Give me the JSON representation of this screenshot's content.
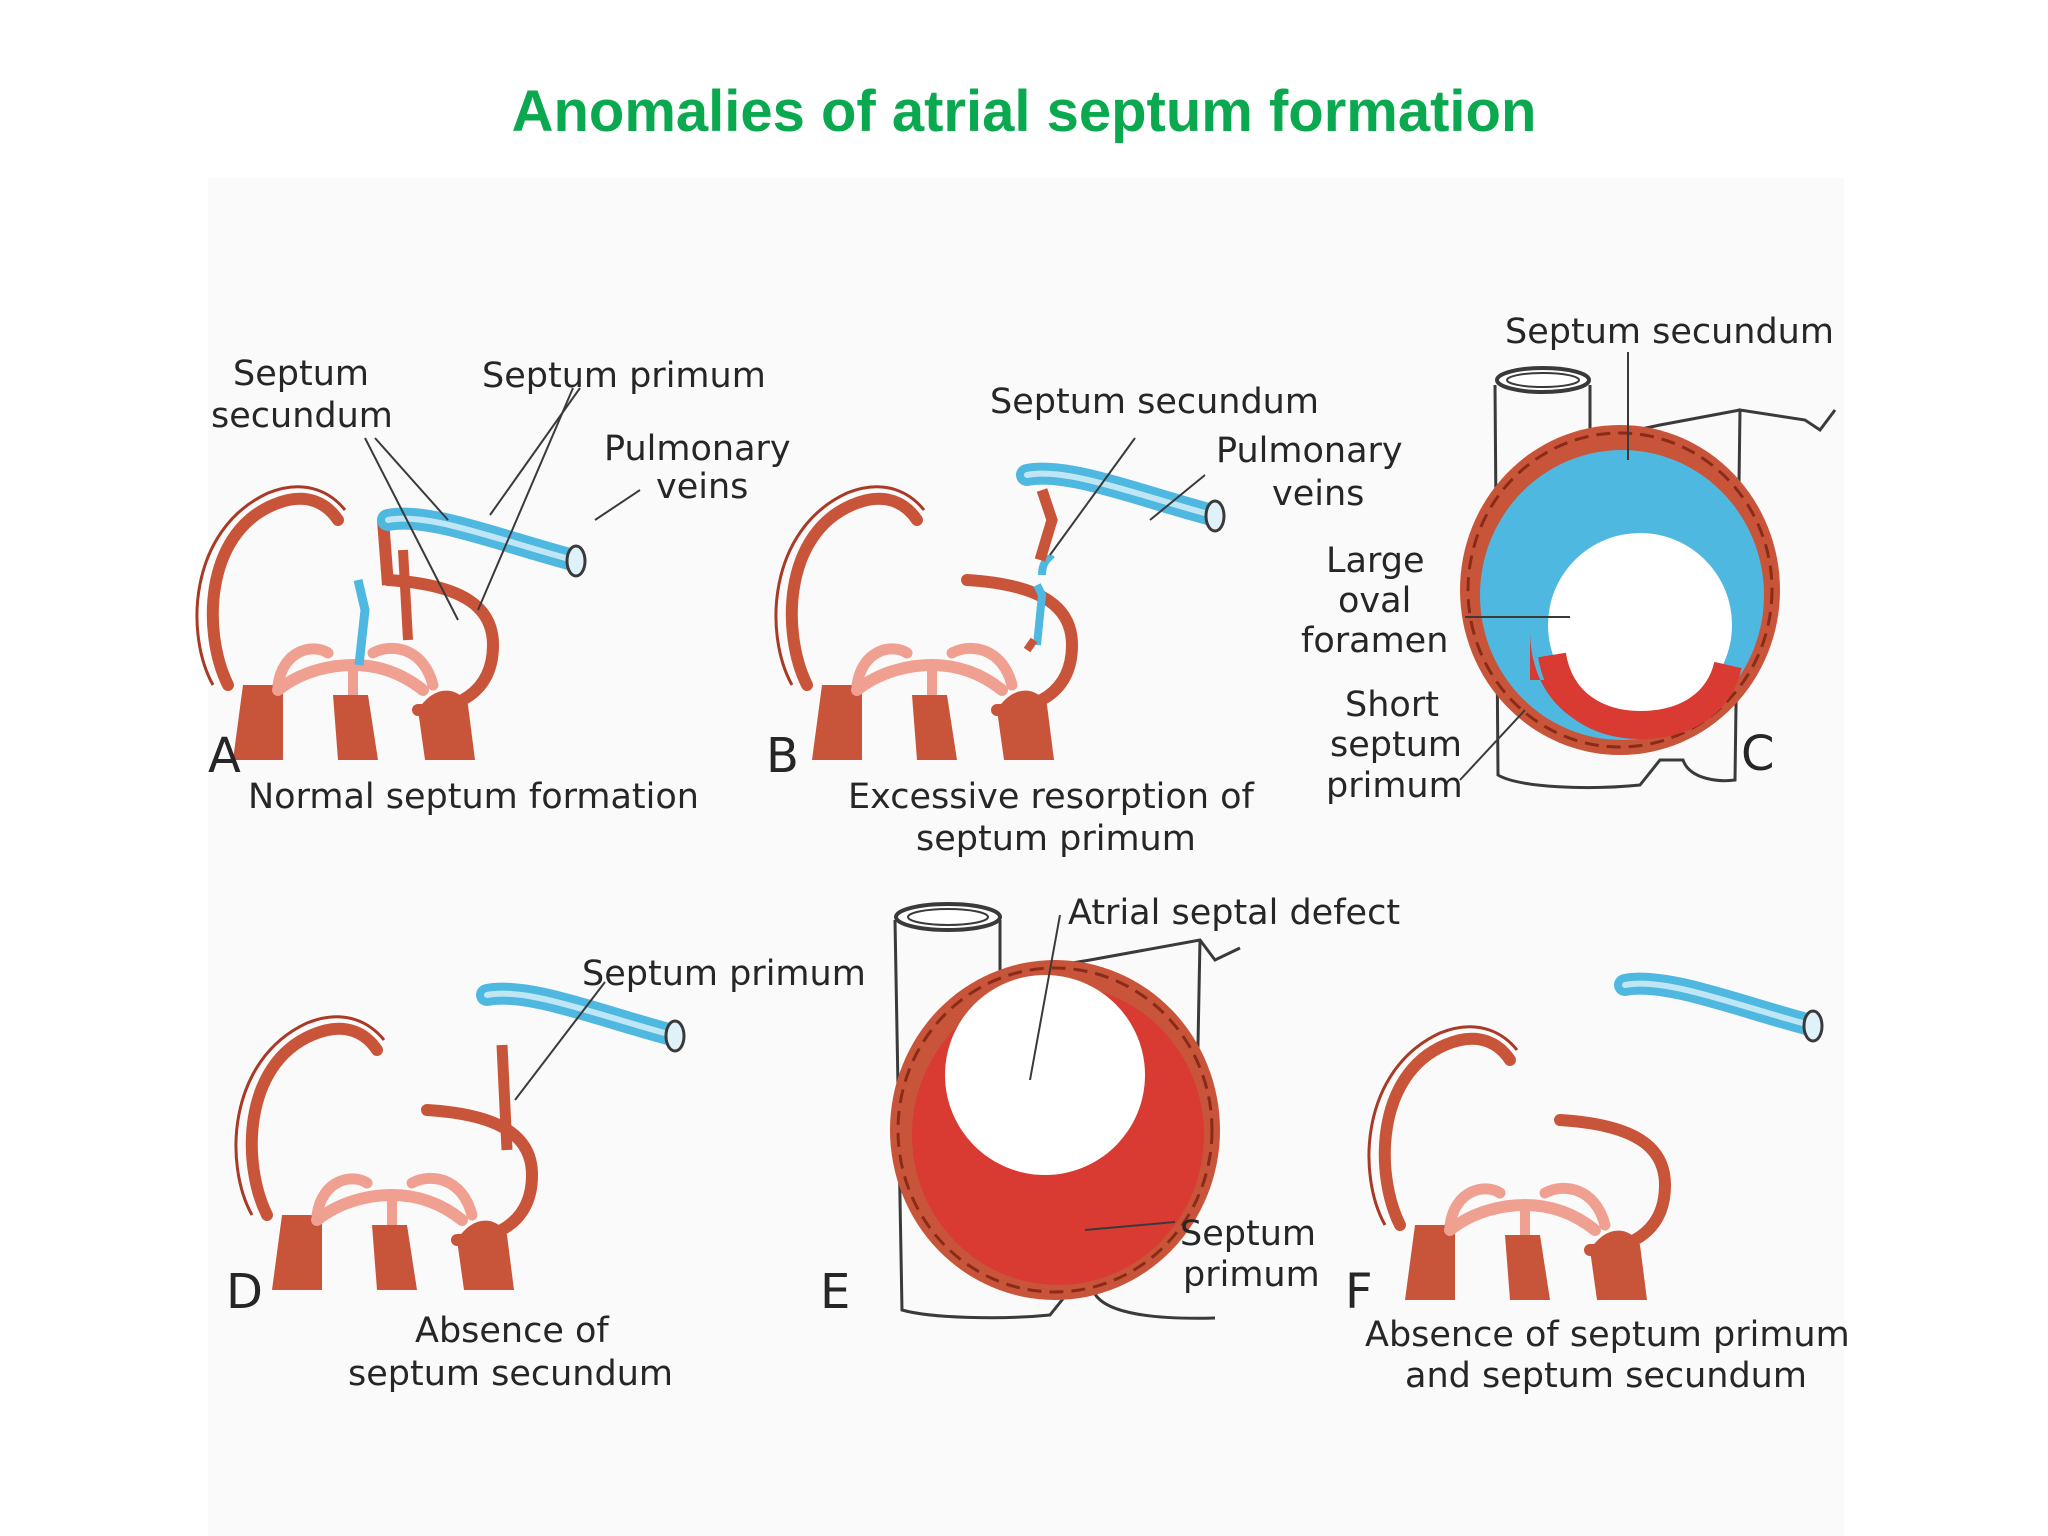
{
  "title": "Anomalies of atrial septum formation",
  "colors": {
    "title": "#0aa84f",
    "wall": "#c8553a",
    "wall_dark": "#a83a26",
    "septum_secundum_blue": "#4fb8e0",
    "septum_primum_red": "#d93a32",
    "light_vessel": "#f0a090",
    "outline": "#3a3a3a"
  },
  "panels": {
    "a": {
      "letter": "A",
      "caption": "Normal septum formation",
      "labels": {
        "septum_secundum_l1": "Septum",
        "septum_secundum_l2": "secundum",
        "septum_primum": "Septum primum",
        "pulmonary_veins_l1": "Pulmonary",
        "pulmonary_veins_l2": "veins"
      }
    },
    "b": {
      "letter": "B",
      "caption_l1": "Excessive resorption of",
      "caption_l2": "septum primum",
      "labels": {
        "septum_secundum": "Septum secundum",
        "pulmonary_veins_l1": "Pulmonary",
        "pulmonary_veins_l2": "veins"
      }
    },
    "c": {
      "letter": "C",
      "labels": {
        "septum_secundum": "Septum secundum",
        "large_oval_foramen_l1": "Large",
        "large_oval_foramen_l2": "oval",
        "large_oval_foramen_l3": "foramen",
        "short_septum_primum_l1": "Short",
        "short_septum_primum_l2": "septum",
        "short_septum_primum_l3": "primum"
      }
    },
    "d": {
      "letter": "D",
      "caption_l1": "Absence of",
      "caption_l2": "septum secundum",
      "labels": {
        "septum_primum": "Septum primum"
      }
    },
    "e": {
      "letter": "E",
      "labels": {
        "atrial_septal_defect": "Atrial septal defect",
        "septum_primum_l1": "Septum",
        "septum_primum_l2": "primum"
      }
    },
    "f": {
      "letter": "F",
      "caption_l1": "Absence of septum primum",
      "caption_l2": "and septum secundum"
    }
  }
}
